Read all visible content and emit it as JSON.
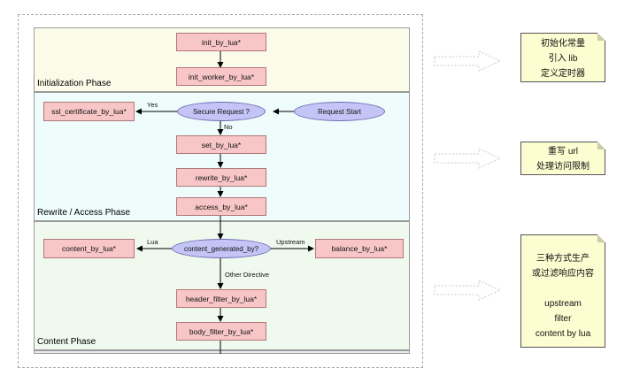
{
  "colors": {
    "phase_init": "#fbfbe9",
    "phase_rewrite": "#eefcfc",
    "phase_content": "#eff9ee",
    "node_fill": "#f8c6c6",
    "decision_fill": "#c4c4f6",
    "note_fill": "#fdfdd2"
  },
  "phases": {
    "init": "Initialization Phase",
    "rewrite": "Rewrite / Access Phase",
    "content": "Content Phase"
  },
  "nodes": {
    "init_by_lua": "init_by_lua*",
    "init_worker_by_lua": "init_worker_by_lua*",
    "ssl_certificate_by_lua": "ssl_certificate_by_lua*",
    "secure_request": "Secure Request ?",
    "request_start": "Request Start",
    "set_by_lua": "set_by_lua*",
    "rewrite_by_lua": "rewrite_by_lua*",
    "access_by_lua": "access_by_lua*",
    "content_by_lua": "content_by_lua*",
    "content_generated_by": "content_generated_by?",
    "balance_by_lua": "balance_by_lua*",
    "header_filter_by_lua": "header_filter_by_lua*",
    "body_filter_by_lua": "body_filter_by_lua*"
  },
  "edge_labels": {
    "yes": "Yes",
    "no": "No",
    "lua": "Lua",
    "upstream": "Upstream",
    "other_directive": "Other Directive"
  },
  "notes": {
    "init": [
      "初始化常量",
      "引入 lib",
      "定义定时器"
    ],
    "rewrite": [
      "重写 url",
      "处理访问限制"
    ],
    "content": [
      "三种方式生产",
      "或过滤响应内容",
      "",
      "upstream",
      "filter",
      "content by lua"
    ]
  }
}
